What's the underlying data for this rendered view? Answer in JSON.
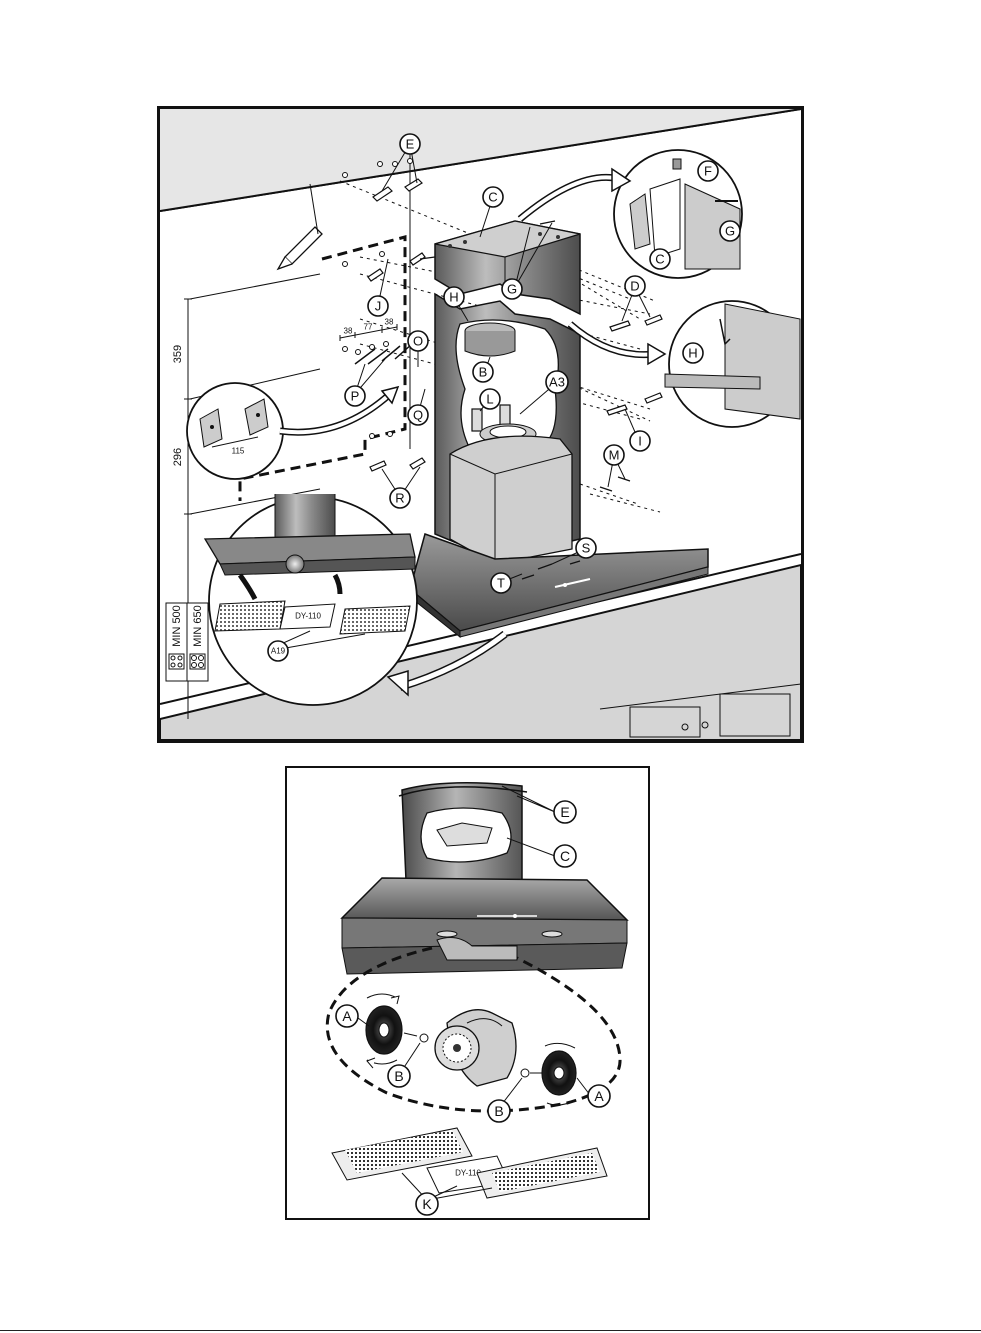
{
  "top_diagram": {
    "callouts": {
      "E": "E",
      "C": "C",
      "F": "F",
      "G_detail": "G",
      "C_detail": "C",
      "G": "G",
      "D": "D",
      "J": "J",
      "H": "H",
      "H_detail": "H",
      "O": "O",
      "B": "B",
      "A3": "A3",
      "P": "P",
      "L": "L",
      "Q": "Q",
      "I": "I",
      "M": "M",
      "R": "R",
      "S": "S",
      "T": "T",
      "A19": "A19"
    },
    "dimensions": {
      "height_upper": "359",
      "height_lower": "296",
      "spacing_left": "38",
      "spacing_mid": "77",
      "spacing_right": "38",
      "bracket_spacing": "115"
    },
    "filter_label": "DY-110",
    "hob_min_electric": "MIN 500",
    "hob_min_gas": "MIN 650"
  },
  "bottom_diagram": {
    "callouts": {
      "E": "E",
      "C": "C",
      "A_left": "A",
      "B_left": "B",
      "B_right": "B",
      "A_right": "A",
      "K": "K"
    },
    "filter_label": "DY-110"
  },
  "colors": {
    "ink": "#111111",
    "steel": "#8a8a8a",
    "wall": "#d8d8d8"
  }
}
